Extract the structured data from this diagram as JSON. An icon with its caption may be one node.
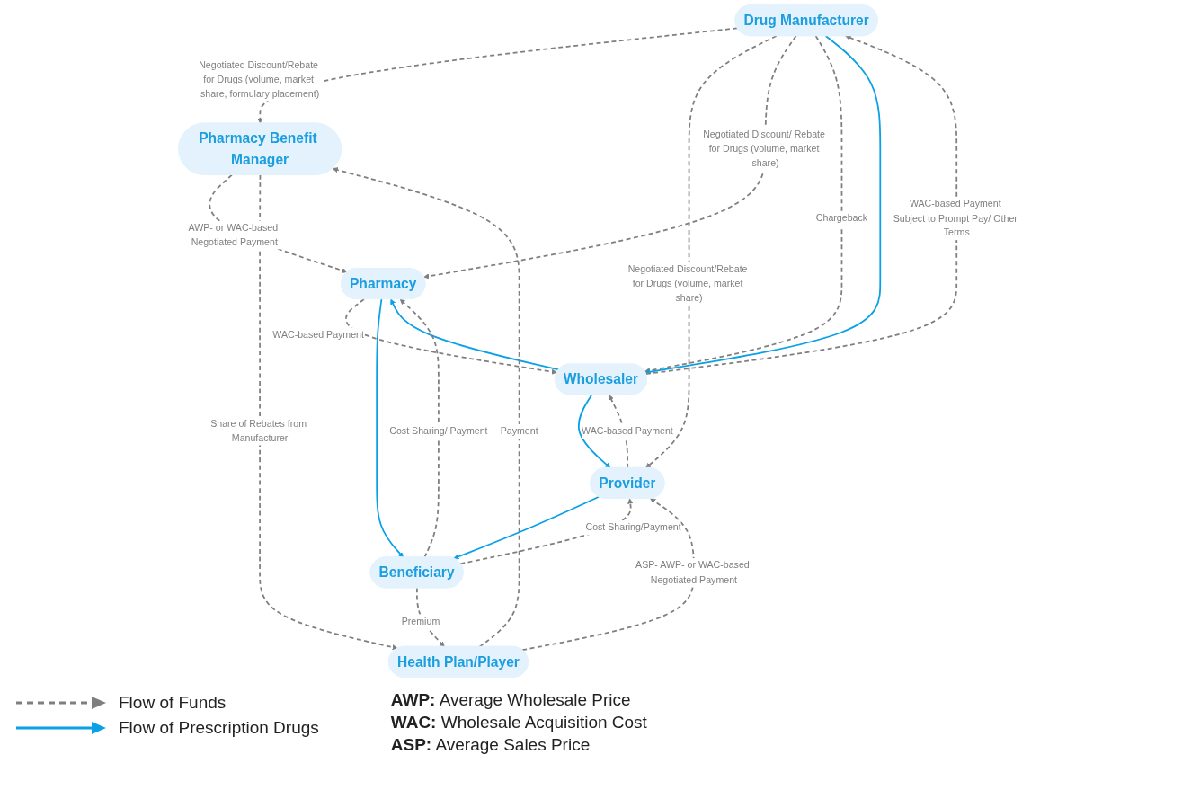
{
  "diagram": {
    "nodes": [
      {
        "text": [
          "Drug Manufacturer"
        ]
      },
      {
        "text": [
          "Wholesaler"
        ]
      },
      {
        "text": [
          "Pharmacy Benefit Manager"
        ]
      },
      {
        "text": [
          "Pharmacy"
        ]
      },
      {
        "text": [
          "Provider"
        ]
      },
      {
        "text": [
          "Health Plan/Player"
        ]
      },
      {
        "text": [
          "Beneficiary"
        ]
      }
    ],
    "edges": [
      {
        "from": 0,
        "to": 2,
        "arrow": "to",
        "style": "dashed",
        "label": "Negotiated Discount/Rebate for Drugs (volume, market share, formulary placement)"
      },
      {
        "from": 0,
        "to": 4,
        "arrow": "to",
        "style": "dashed",
        "label": "Negotiated Discount/Rebate for Drugs (volume, market share)"
      },
      {
        "from": 0,
        "to": 3,
        "arrow": "to",
        "style": "dashed",
        "label": "Negotiated Discount/ Rebate for Drugs (volume, market share)"
      },
      {
        "from": 0,
        "to": 1,
        "arrow": "to",
        "style": "dashed",
        "label": "Chargeback"
      },
      {
        "from": 0,
        "to": 1,
        "arrow": "to",
        "color": "#0aa0e6"
      },
      {
        "from": 1,
        "to": 0,
        "arrow": "to",
        "style": "dashed",
        "label": "WAC-based Payment Subject to Prompt Pay/ Other Terms"
      },
      {
        "from": 2,
        "to": 3,
        "arrow": "to",
        "style": "dashed",
        "label": "AWP- or WAC-based Negotiated Payment"
      },
      {
        "from": 1,
        "to": 3,
        "arrow": "to",
        "color": "#0aa0e6"
      },
      {
        "from": 3,
        "to": 1,
        "arrow": "to",
        "style": "dashed",
        "label": "WAC-based Payment"
      },
      {
        "from": 1,
        "to": 4,
        "arrow": "to",
        "color": "#0aa0e6"
      },
      {
        "from": 4,
        "to": 1,
        "arrow": "to",
        "style": "dashed",
        "label": "WAC-based Payment"
      },
      {
        "from": 5,
        "to": 2,
        "arrow": "to",
        "style": "dashed",
        "label": "Payment"
      },
      {
        "from": 2,
        "to": 5,
        "arrow": "to",
        "style": "dashed",
        "label": "Share of Rebates from Manufacturer"
      },
      {
        "from": 5,
        "to": 4,
        "arrow": "to",
        "style": "dashed",
        "label": "ASP- AWP- or WAC-based Negotiated Payment"
      },
      {
        "from": 3,
        "to": 6,
        "arrow": "to",
        "color": "#0aa0e6"
      },
      {
        "from": 6,
        "to": 3,
        "arrow": "to",
        "style": "dashed",
        "label": "Cost Sharing/ Payment"
      },
      {
        "from": 4,
        "to": 6,
        "arrow": "to",
        "color": "#0aa0e6"
      },
      {
        "from": 6,
        "to": 4,
        "arrow": "to",
        "style": "dashed",
        "label": "Cost Sharing/Payment"
      },
      {
        "from": 6,
        "to": 5,
        "arrow": "to",
        "style": "dashed",
        "label": "Premium"
      }
    ],
    "labels": [
      "**AWP:** Average Wholesale Price",
      "**WAC:** Wholesale Acquisition Cost",
      "**ASP:** Average Sales Price"
    ],
    "legend": [
      {
        "text": "Flow of Funds"
      },
      {
        "text": "Flow of Prescription Drugs"
      }
    ]
  }
}
